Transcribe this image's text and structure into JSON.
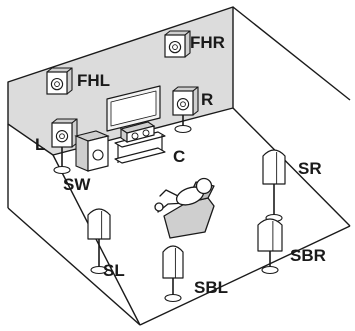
{
  "diagram": {
    "speaker_labels": {
      "fhl": "FHL",
      "fhr": "FHR",
      "l": "L",
      "r": "R",
      "c": "C",
      "sw": "SW",
      "sr": "SR",
      "sl": "SL",
      "sbl": "SBL",
      "sbr": "SBR"
    },
    "colors": {
      "wall": "#dcdcdc",
      "line": "#1a1a1a",
      "speaker_face": "#ffffff",
      "speaker_side": "#cfcfcf"
    }
  }
}
